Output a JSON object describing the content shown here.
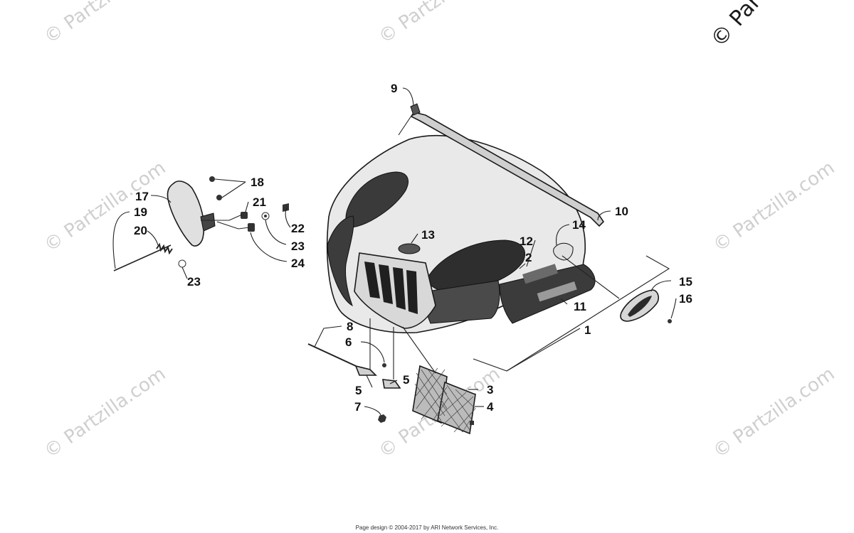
{
  "watermark": {
    "text": "© Partzilla.com",
    "corner_text": "© Partzilla.com"
  },
  "callouts": [
    "1",
    "2",
    "3",
    "4",
    "5",
    "5",
    "6",
    "7",
    "8",
    "9",
    "10",
    "11",
    "12",
    "13",
    "14",
    "15",
    "16",
    "17",
    "18",
    "19",
    "20",
    "21",
    "22",
    "23",
    "23",
    "24"
  ],
  "footer": "Page design © 2004-2017 by ARI Network Services, Inc."
}
